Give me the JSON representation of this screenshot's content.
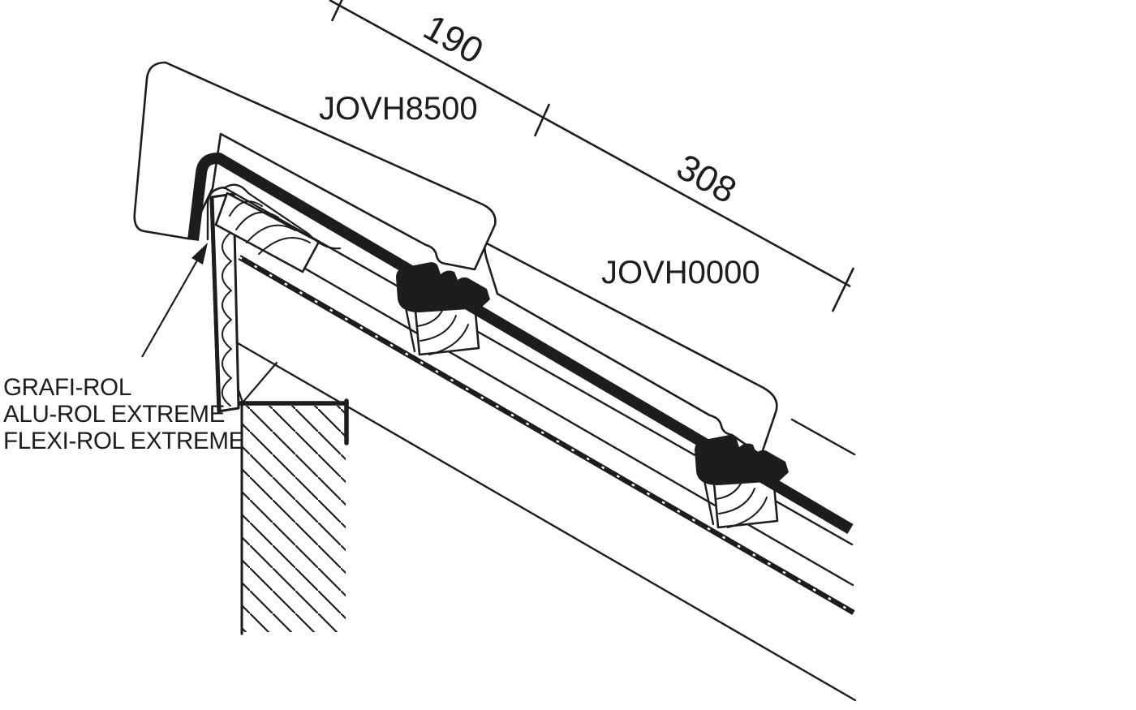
{
  "canvas": {
    "background": "#ffffff",
    "ink": "#1d1d1b"
  },
  "dimension_line": {
    "seg1_label": "190",
    "seg2_label": "308"
  },
  "tile_labels": {
    "top": "JOVH8500",
    "bottom": "JOVH0000"
  },
  "product_callout": {
    "line1": "GRAFI-ROL",
    "line2": "ALU-ROL EXTREME",
    "line3": "FLEXI-ROL EXTREME"
  }
}
